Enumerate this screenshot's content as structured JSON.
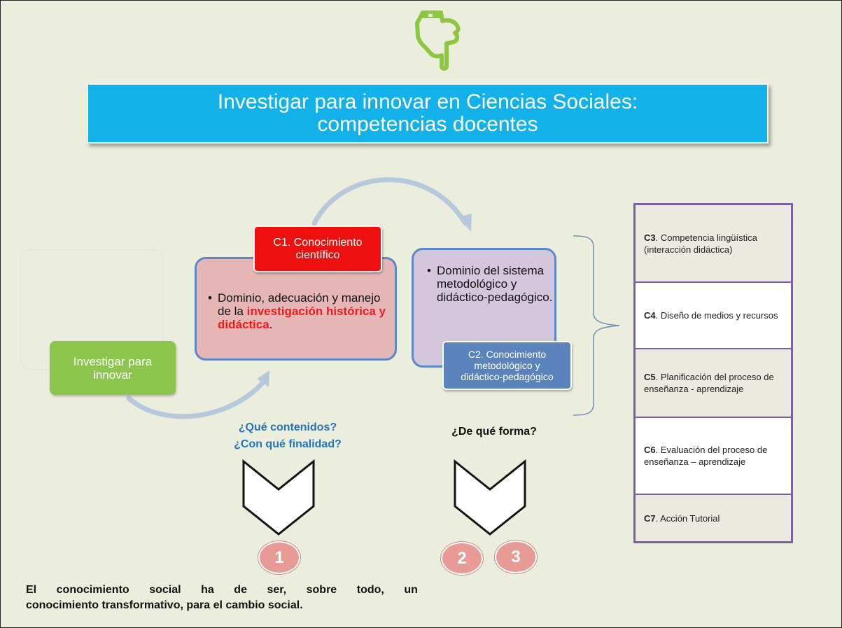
{
  "title": {
    "line1": "Investigar para innovar en Ciencias Sociales:",
    "line2": "competencias docentes"
  },
  "icons": {
    "top": "pointing-hand-icon",
    "accent": "#8dc63f"
  },
  "innovate": {
    "line1": "Investigar para",
    "line2": "innovar"
  },
  "c1": {
    "label_line1": "C1. Conocimiento",
    "label_line2": "científico",
    "bullet_a": "Dominio, adecuación y manejo de la ",
    "bullet_highlight": "investigación histórica y didáctica",
    "bullet_end": "."
  },
  "c2": {
    "bullet": "Dominio del sistema metodológico y didáctico-pedagógico.",
    "label_line1": "C2. Conocimiento",
    "label_line2": "metodológico y",
    "label_line3": "didáctico-pedagógico"
  },
  "questions": {
    "q1_line1": "¿Qué contenidos?",
    "q1_line2": "¿Con qué finalidad?",
    "q2": "¿De qué forma?"
  },
  "numbers": {
    "n1": "1",
    "n2": "2",
    "n3": "3"
  },
  "bottom": {
    "w1": "El",
    "w2": "conocimiento",
    "w3": "social",
    "w4": "ha",
    "w5": "de",
    "w6": "ser,",
    "w7": "sobre",
    "w8": "todo,",
    "w9": "un",
    "line2": "conocimiento transformativo, para el cambio social."
  },
  "competencies": [
    {
      "code": "C3",
      "text": ". Competencia lingüística (interacción didáctica)"
    },
    {
      "code": "C4",
      "text": ". Diseño de medios y recursos"
    },
    {
      "code": "C5",
      "text": ". Planificación del proceso de enseñanza - aprendizaje"
    },
    {
      "code": "C6",
      "text": ". Evaluación del proceso de enseñanza – aprendizaje"
    },
    {
      "code": "C7",
      "text": ". Acción Tutorial"
    }
  ]
}
